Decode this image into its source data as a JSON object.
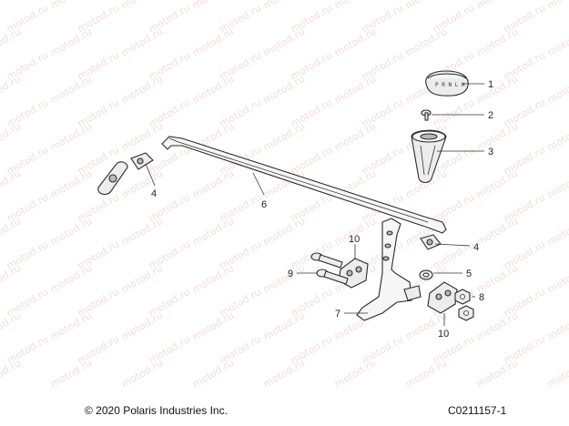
{
  "watermark_text": "motod.ru",
  "footer": {
    "copyright": "© 2020 Polaris Industries Inc.",
    "figure_code": "C0211157-1"
  },
  "callouts": {
    "knob": "1",
    "screw": "2",
    "boot": "3",
    "clip_left": "4",
    "clip_right": "4",
    "washer": "5",
    "rod": "6",
    "lever": "7",
    "nut": "8",
    "bolt": "9",
    "bracket_upper": "10",
    "bracket_lower": "10"
  },
  "knob_marking": "P R N L H"
}
